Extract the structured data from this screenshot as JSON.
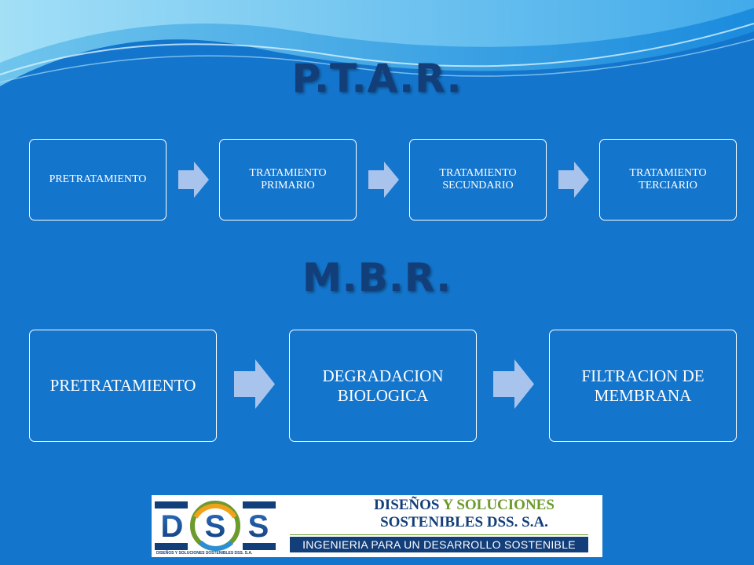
{
  "slide": {
    "title_top": "P.T.A.R.",
    "title_bottom": "M.B.R."
  },
  "ptar_flow": [
    {
      "label": "PRETRATAMIENTO"
    },
    {
      "label": "TRATAMIENTO\nPRIMARIO"
    },
    {
      "label": "TRATAMIENTO\nSECUNDARIO"
    },
    {
      "label": "TRATAMIENTO\nTERCIARIO"
    }
  ],
  "mbr_flow": [
    {
      "label": "PRETRATAMIENTO"
    },
    {
      "label": "DEGRADACION\nBIOLOGICA"
    },
    {
      "label": "FILTRACION DE\nMEMBRANA"
    }
  ],
  "logo": {
    "mark_letters": [
      "D",
      "S",
      "S"
    ],
    "company_line1_a": "DISEÑOS ",
    "company_line1_b": "Y SOLUCIONES",
    "company_line2": "SOSTENIBLES DSS. S.A.",
    "tagline": "INGENIERIA PARA UN DESARROLLO SOSTENIBLE",
    "small_caption": "DISEÑOS Y SOLUCIONES SOSTENIBLES DSS. S.A."
  },
  "colors": {
    "background": "#1475cc",
    "title": "#123e7a",
    "box_border": "#ffffff",
    "arrow_fill": "#a9c4ec",
    "logo_green": "#6c9a2c"
  }
}
